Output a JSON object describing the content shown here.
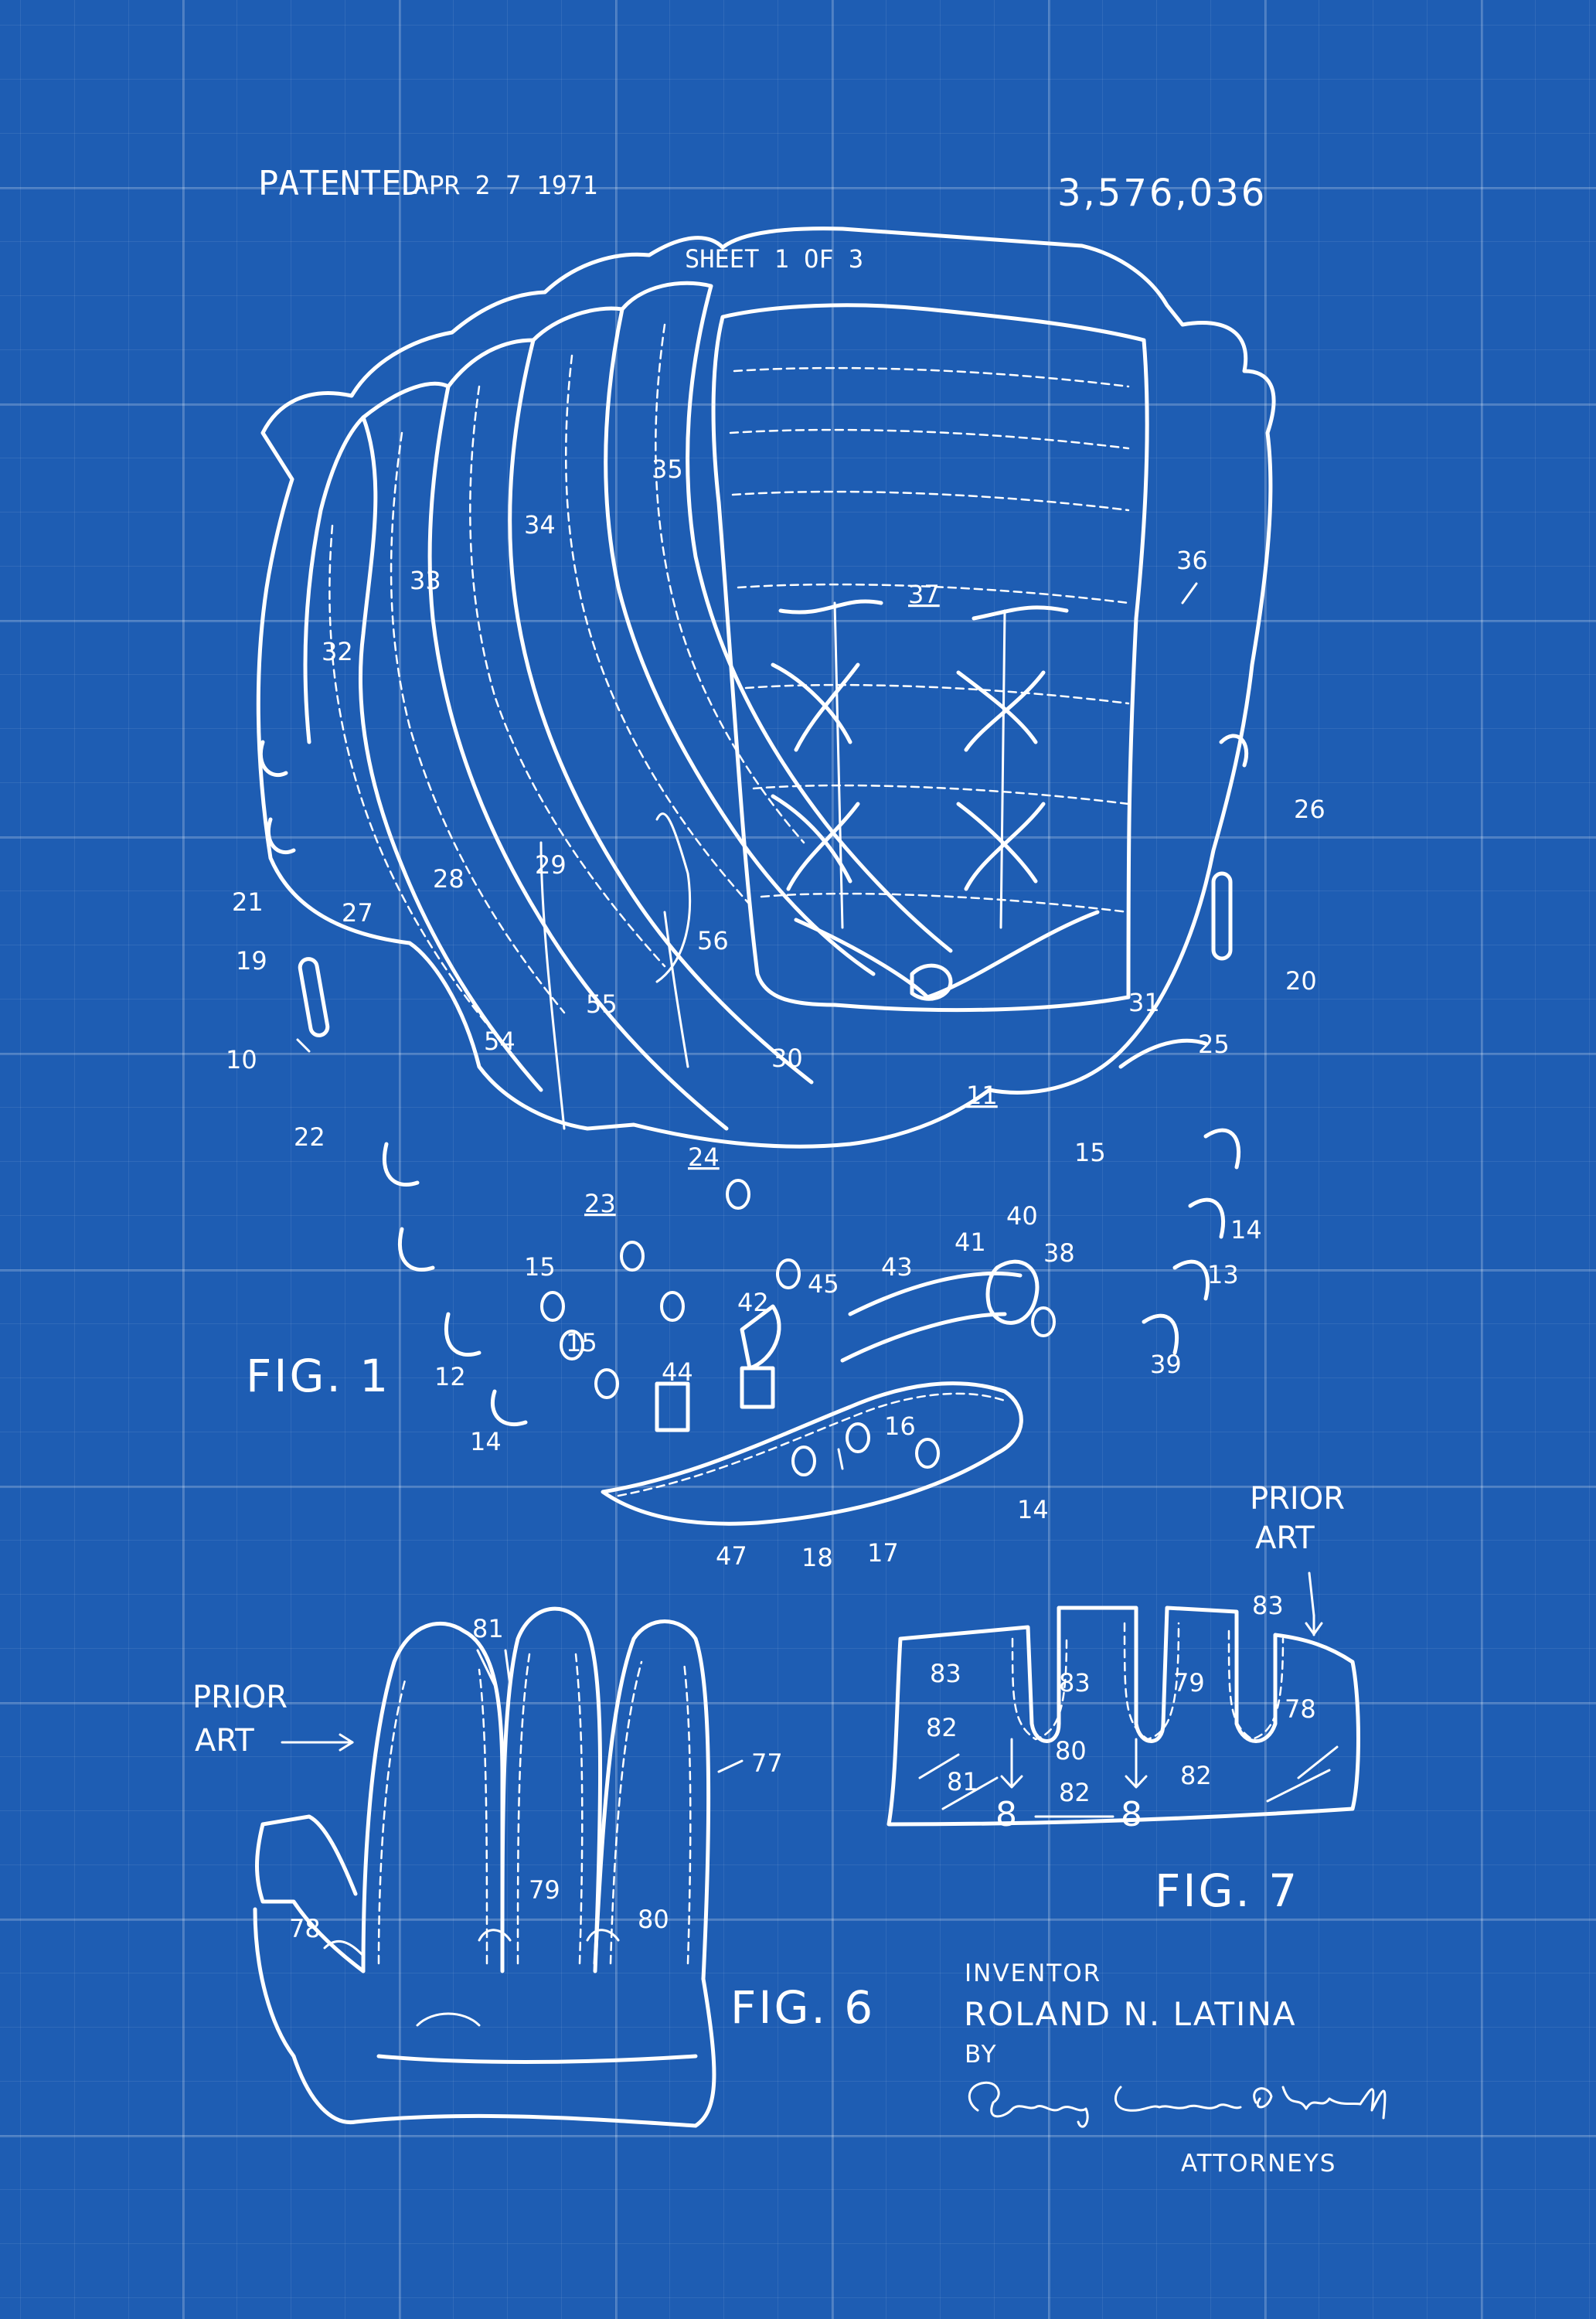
{
  "header": {
    "patented_label": "PATENTED",
    "patented_date": "APR 2 7 1971",
    "patent_number": "3,576,036",
    "sheet": "SHEET 1 OF 3"
  },
  "figures": {
    "fig1": "FIG. 1",
    "fig6": "FIG. 6",
    "fig7": "FIG. 7",
    "prior_art_6": [
      "PRIOR",
      "ART"
    ],
    "prior_art_7": [
      "PRIOR",
      "ART"
    ]
  },
  "refs_fig1": [
    "35",
    "34",
    "33",
    "32",
    "36",
    "37",
    "26",
    "21",
    "27",
    "28",
    "29",
    "19",
    "56",
    "20",
    "31",
    "25",
    "10",
    "55",
    "54",
    "30",
    "22",
    "11",
    "24",
    "15",
    "23",
    "14",
    "40",
    "41",
    "38",
    "13",
    "43",
    "15",
    "45",
    "42",
    "39",
    "15",
    "44",
    "12",
    "14",
    "16",
    "14",
    "47",
    "18",
    "17"
  ],
  "refs_fig6": [
    "81",
    "77",
    "79",
    "78",
    "80"
  ],
  "refs_fig7": [
    "83",
    "83",
    "83",
    "79",
    "82",
    "78",
    "81",
    "80",
    "82",
    "82",
    "8",
    "8"
  ],
  "credits": {
    "inventor_label": "INVENTOR",
    "inventor_name": "ROLAND  N.  LATINA",
    "by": "BY",
    "signature": "Gravely, Lieder & Woodruff",
    "attorneys": "ATTORNEYS"
  },
  "colors": {
    "background": "#1e5db3",
    "ink": "#ffffff"
  }
}
